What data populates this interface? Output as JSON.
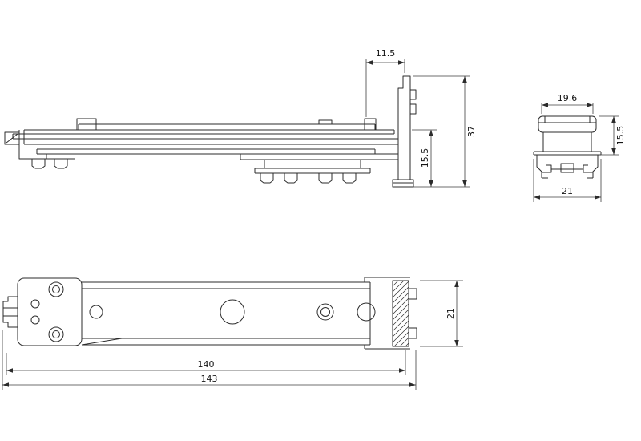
{
  "drawing": {
    "dims": {
      "side_offset": "11.5",
      "side_total_height": "37",
      "side_rail_height": "15.5",
      "end_top_width": "19.6",
      "end_body_height": "15.5",
      "end_base_width": "21",
      "plan_body_length": "140",
      "plan_overall_length": "143",
      "plan_width": "21"
    }
  }
}
